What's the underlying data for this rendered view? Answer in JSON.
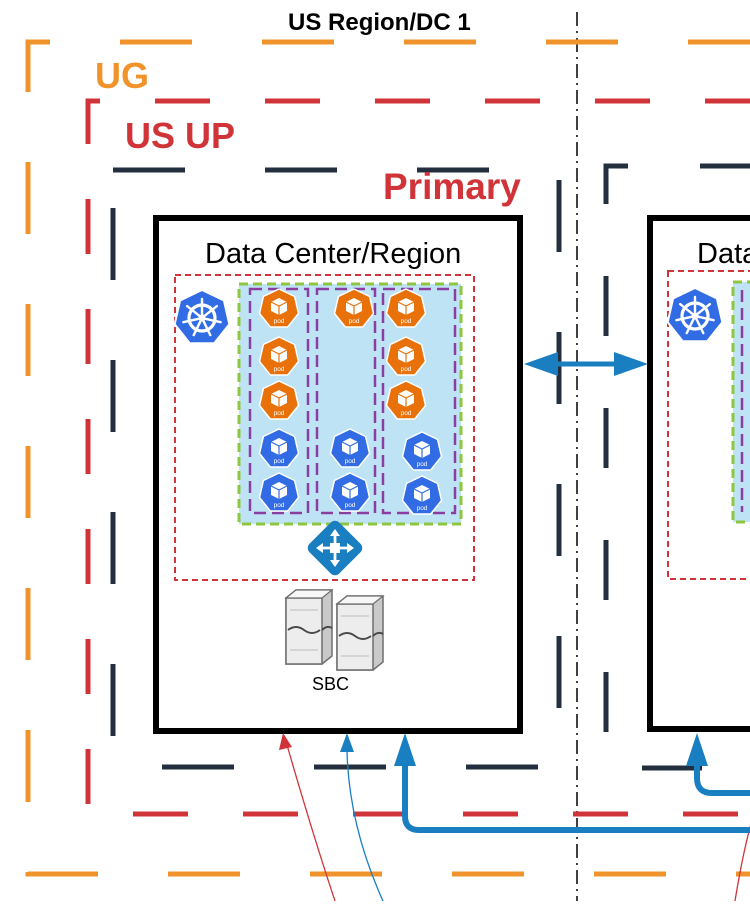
{
  "diagram": {
    "region_title": "US Region/DC 1",
    "ug_label": "UG",
    "us_up_label": "US UP",
    "primary_label": "Primary",
    "dc_label_primary": "Data Center/Region",
    "dc_label_secondary": "Data",
    "sbc_label": "SBC",
    "pod_label": "pod",
    "colors": {
      "ug_orange": "#F0932B",
      "us_up_red": "#D13438",
      "primary_navy": "#232F3E",
      "pod_orange": "#E8710A",
      "pod_blue": "#326CE5",
      "link_blue": "#1A7FC1",
      "pod_area_fill": "#BEE3F5",
      "green_dash": "#8DC63F",
      "purple_dash": "#8A3FA0"
    }
  }
}
